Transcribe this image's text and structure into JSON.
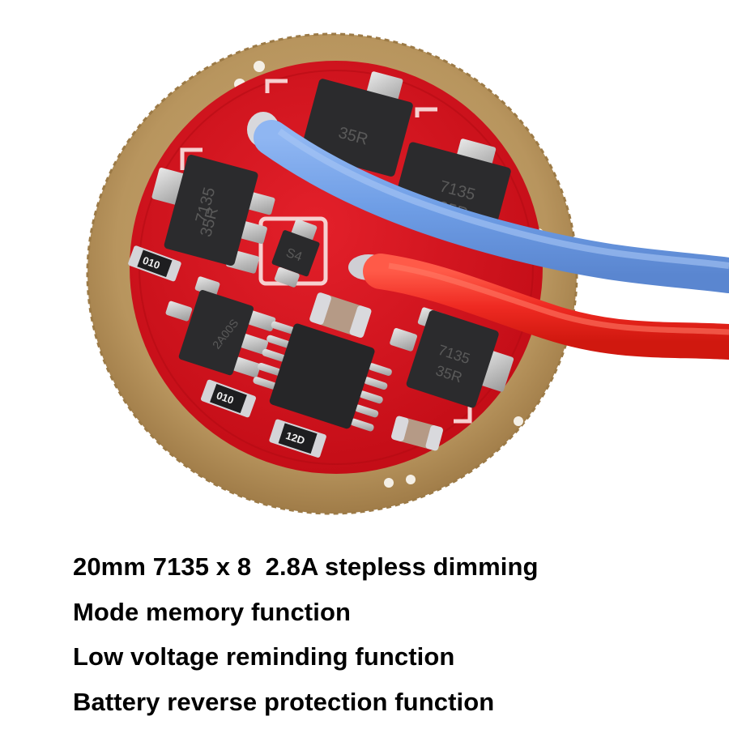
{
  "product": {
    "board_color": "#d8141e",
    "ring_color": "#b8955e",
    "wire_blue_color": "#6f9ee6",
    "wire_red_color": "#ef2a22",
    "chip_markings": {
      "regulator_left": [
        "7135",
        "35R"
      ],
      "regulator_top": [
        "35R"
      ],
      "regulator_top_right": [
        "7135",
        "35R"
      ],
      "regulator_bottom_right": [
        "7135",
        "35R"
      ],
      "diode": "S4",
      "mosfet": "2A00S"
    },
    "resistor_markings": [
      "010",
      "010",
      "12D"
    ]
  },
  "features": [
    {
      "text": "20mm 7135 x 8  2.8A stepless dimming"
    },
    {
      "text": "Mode memory function"
    },
    {
      "text": "Low voltage reminding function"
    },
    {
      "text": "Battery reverse protection function"
    }
  ]
}
